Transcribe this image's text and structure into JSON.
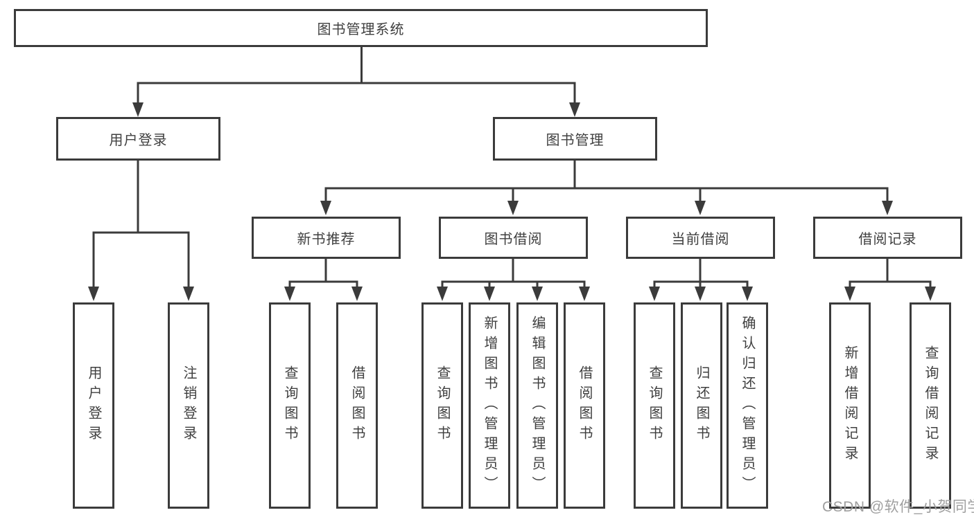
{
  "tree": {
    "root": {
      "label": "图书管理系统"
    },
    "children": [
      {
        "label": "用户登录",
        "children": [
          {
            "label": "用户登录"
          },
          {
            "label": "注销登录"
          }
        ]
      },
      {
        "label": "图书管理",
        "children": [
          {
            "label": "新书推荐",
            "children": [
              {
                "label": "查询图书"
              },
              {
                "label": "借阅图书"
              }
            ]
          },
          {
            "label": "图书借阅",
            "children": [
              {
                "label": "查询图书"
              },
              {
                "label": "新增图书（管理员）"
              },
              {
                "label": "编辑图书（管理员）"
              },
              {
                "label": "借阅图书"
              }
            ]
          },
          {
            "label": "当前借阅",
            "children": [
              {
                "label": "查询图书"
              },
              {
                "label": "归还图书"
              },
              {
                "label": "确认归还（管理员）"
              }
            ]
          },
          {
            "label": "借阅记录",
            "children": [
              {
                "label": "新增借阅记录"
              },
              {
                "label": "查询借阅记录"
              }
            ]
          }
        ]
      }
    ]
  },
  "watermark": "CSDN @软件_小贺同学",
  "colors": {
    "line": "#3b3b3b",
    "text": "#3f3f3f",
    "watermark": "#9f9f9f",
    "background": "#ffffff"
  }
}
